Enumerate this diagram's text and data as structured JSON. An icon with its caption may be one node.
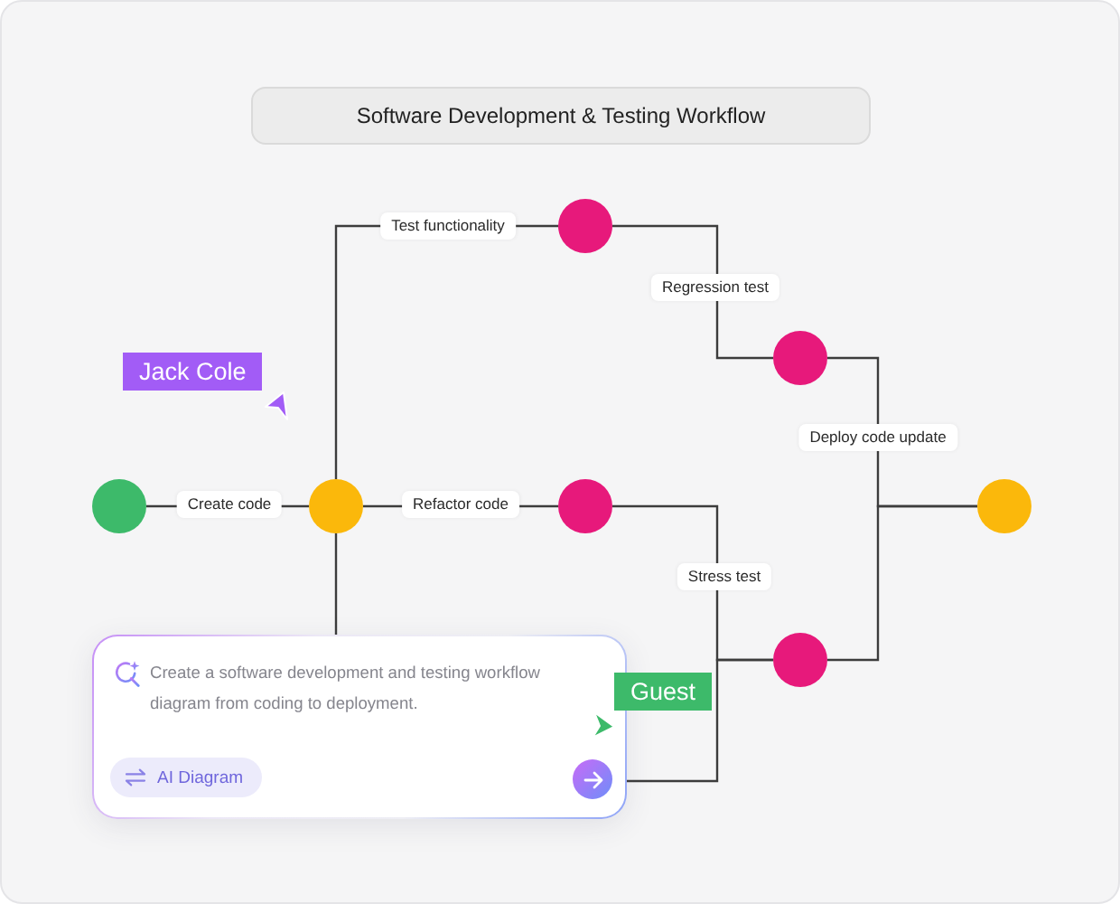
{
  "diagram": {
    "title": "Software Development & Testing Workflow",
    "nodes": [
      {
        "text": [],
        "shape": "circle"
      },
      {
        "text": [],
        "shape": "circle"
      },
      {
        "text": [],
        "shape": "circle"
      },
      {
        "text": [],
        "shape": "circle"
      },
      {
        "text": [],
        "shape": "circle"
      },
      {
        "text": [],
        "shape": "circle"
      },
      {
        "text": [],
        "shape": "circle"
      }
    ],
    "edges": [
      {
        "from": 0,
        "to": 1,
        "arrow": "none",
        "label": "Create code"
      },
      {
        "from": 1,
        "to": 2,
        "arrow": "none",
        "label": "Test functionality"
      },
      {
        "from": 1,
        "to": 3,
        "arrow": "none",
        "label": "Refactor code"
      },
      {
        "from": 2,
        "to": 4,
        "arrow": "none",
        "label": "Regression test"
      },
      {
        "from": 3,
        "to": 5,
        "arrow": "none",
        "label": "Stress test"
      },
      {
        "from": 4,
        "to": 6,
        "arrow": "none",
        "label": "Deploy code update"
      },
      {
        "from": 5,
        "to": 6,
        "arrow": "none"
      },
      {
        "from": 1,
        "to": 5,
        "arrow": "none"
      }
    ],
    "labels": [
      "Jack Cole",
      "Create a software development and testing workflow diagram from coding to deployment.",
      "Guest",
      "AI Diagram"
    ]
  }
}
